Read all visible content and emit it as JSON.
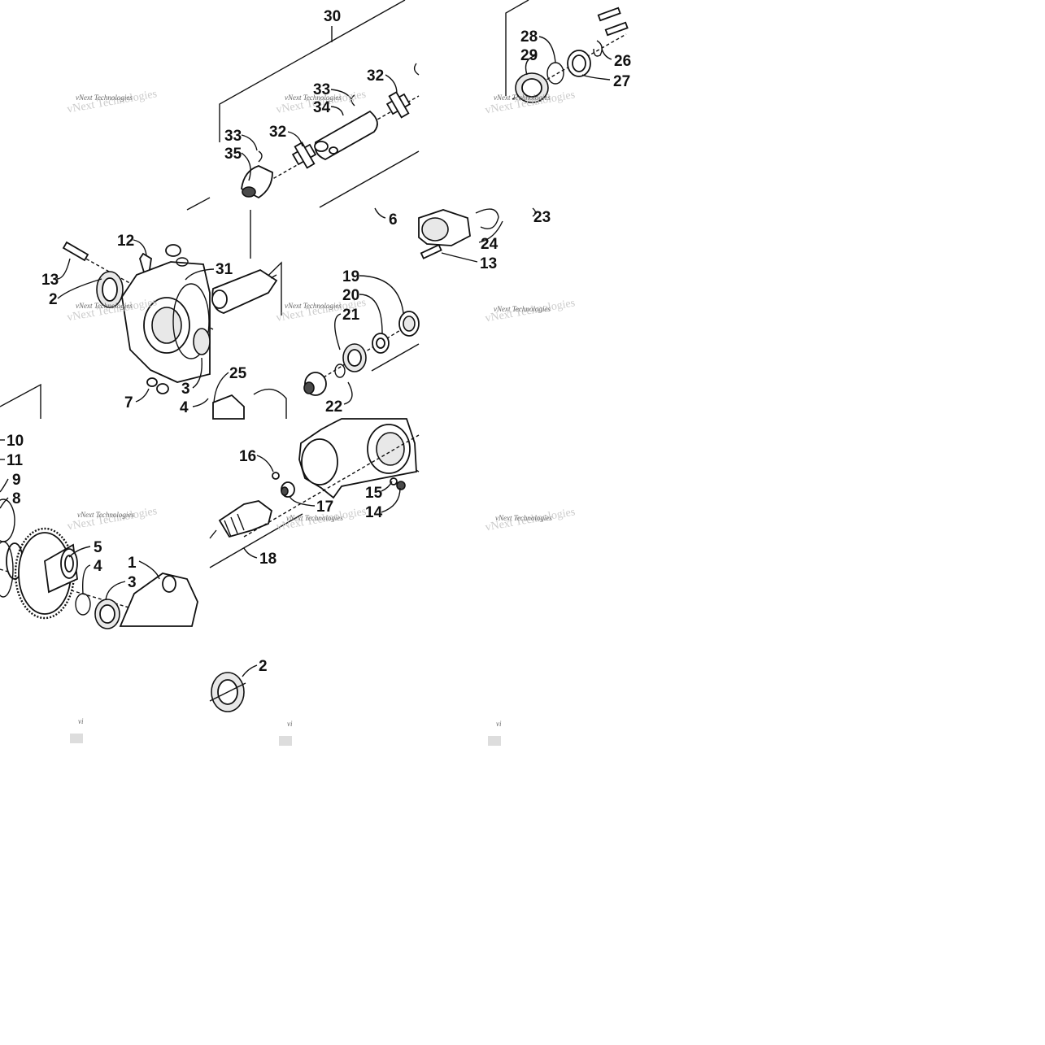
{
  "watermark": {
    "text": "vNext Technologies",
    "cut_fragment": "vi"
  },
  "callouts": {
    "c30": "30",
    "c28": "28",
    "c29": "29",
    "c26": "26",
    "c27": "27",
    "c32a": "32",
    "c33a": "33",
    "c34": "34",
    "c33b": "33",
    "c35": "35",
    "c32b": "32",
    "c6": "6",
    "c23": "23",
    "c24": "24",
    "c13a": "13",
    "c12": "12",
    "c13b": "13",
    "c2a": "2",
    "c31": "31",
    "c19": "19",
    "c20": "20",
    "c21": "21",
    "c25": "25",
    "c3a": "3",
    "c4a": "4",
    "c7": "7",
    "c22": "22",
    "c10": "10",
    "c11": "11",
    "c9": "9",
    "c8": "8",
    "c5": "5",
    "c4b": "4",
    "c1": "1",
    "c3b": "3",
    "c16": "16",
    "c15": "15",
    "c14": "14",
    "c17": "17",
    "c18": "18",
    "c2b": "2"
  }
}
